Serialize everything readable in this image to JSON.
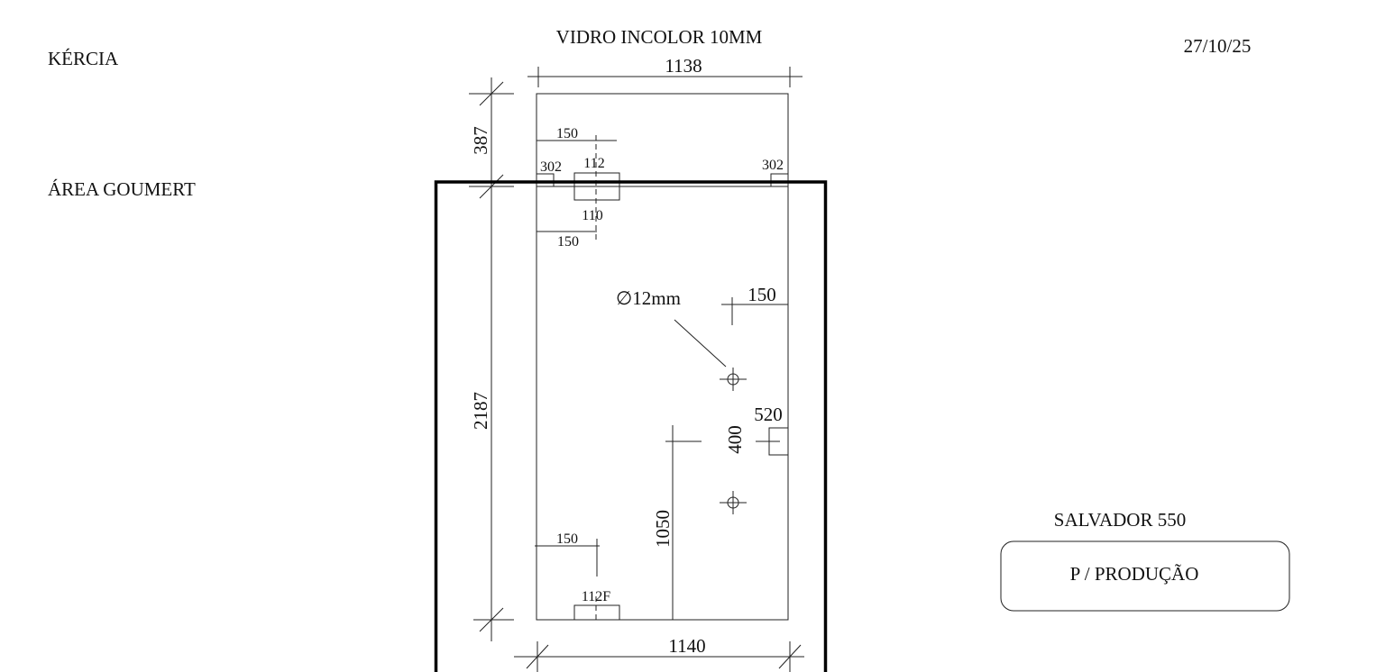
{
  "header": {
    "client": "KÉRCIA",
    "area": "ÁREA GOUMERT",
    "material": "VIDRO INCOLOR 10MM",
    "date": "27/10/25"
  },
  "footer": {
    "model": "SALVADOR 550",
    "status_box": "P / PRODUÇÃO"
  },
  "drawing": {
    "width_top": "1138",
    "width_bottom": "1140",
    "height_top_panel": "387",
    "height_bottom_panel": "2187",
    "top_hinge_offset": "150",
    "top_notch_left": "302",
    "top_notch_right": "302",
    "top_hinge_width": "112",
    "top_hinge_height": "110",
    "lower_hinge_offset": "150",
    "hole_diameter": "∅12mm",
    "hole_edge_offset": "150",
    "hole_spacing": "400",
    "lock_notch": "520",
    "handle_height": "1050",
    "bottom_hinge_offset": "150",
    "bottom_hinge": "112F"
  }
}
